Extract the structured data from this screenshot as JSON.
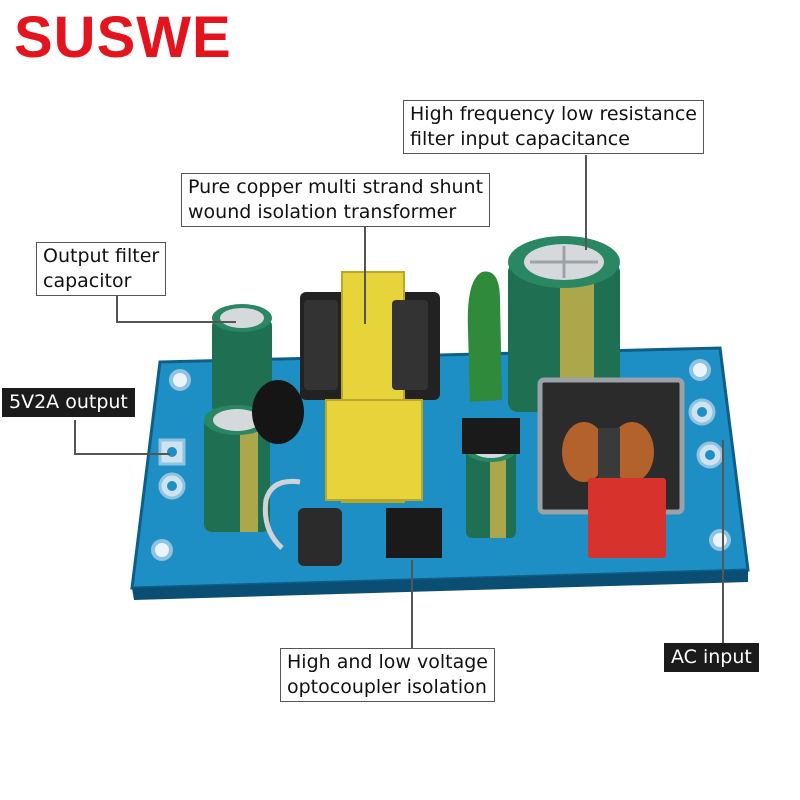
{
  "brand": "SUSWE",
  "labels": {
    "filter_input_capacitance": [
      "High frequency low resistance",
      "filter input capacitance"
    ],
    "transformer": [
      "Pure copper multi strand shunt",
      "wound isolation transformer"
    ],
    "output_filter_capacitor": [
      "Output filter",
      "capacitor"
    ],
    "output": "5V2A output",
    "ac_input": "AC input",
    "optocoupler": [
      "High and low voltage",
      "optocoupler isolation"
    ]
  },
  "colors": {
    "brand": "#e4141e",
    "pcb": "#1e8fc4",
    "capacitor": "#1f6f52",
    "transformer": "#e6d43a",
    "fuse": "#d8322c"
  }
}
